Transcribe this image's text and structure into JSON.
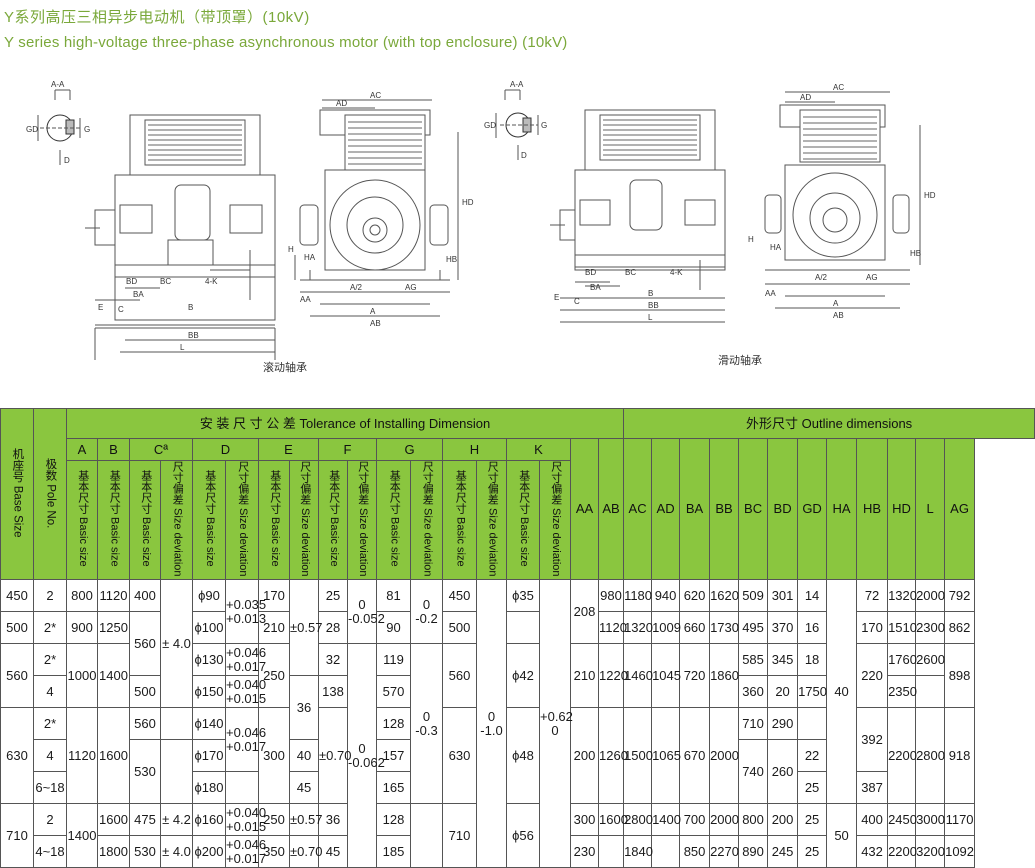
{
  "page": {
    "title_cn": "Y系列高压三相异步电动机（带顶罩）(10kV)",
    "title_en": "Y series high-voltage three-phase asynchronous motor (with top enclosure) (10kV)"
  },
  "drawings": {
    "caption_left": "滚动轴承",
    "caption_right": "滑动轴承",
    "section_label": "A-A",
    "dim_labels": [
      "GD",
      "G",
      "D",
      "AD",
      "AC",
      "HD",
      "H",
      "HA",
      "HB",
      "AA",
      "A/2",
      "A",
      "AG",
      "AB",
      "BD",
      "BC",
      "BA",
      "4-K",
      "C",
      "B",
      "BB",
      "L",
      "E",
      "A"
    ]
  },
  "table": {
    "header": {
      "base_size": "机座号 Base Size",
      "pole": "极数 Pole No.",
      "tolerance": "安 装 尺 寸 公 差  Tolerance of Installing Dimension",
      "outline": "外形尺寸  Outline dimensions",
      "groups": [
        "A",
        "B",
        "Cª",
        "D",
        "E",
        "F",
        "G",
        "H",
        "K"
      ],
      "basic": "基本尺寸 Basic size",
      "deviation": "尺寸偏差 Size deviation",
      "outline_cols": [
        "AA",
        "AB",
        "AC",
        "AD",
        "BA",
        "BB",
        "BC",
        "BD",
        "GD",
        "HA",
        "HB",
        "HD",
        "L",
        "AG"
      ]
    },
    "cells": {
      "r1": {
        "base": "450",
        "pole": "2",
        "A": "800",
        "B": "1120",
        "C": "400",
        "D": "ϕ90",
        "Ddev": "+0.035\n+0.013",
        "E": "170",
        "F": "25",
        "Fdev": "0\n-0.052",
        "G": "81",
        "Gdev": "0\n-0.2",
        "H": "450",
        "K": "ϕ35",
        "AA": "208",
        "AB": "980",
        "AC": "1180",
        "AD": "940",
        "BA": "620",
        "BB": "1620",
        "BC": "509",
        "BD": "301",
        "GD": "14",
        "HB": "72",
        "HD": "1320",
        "L": "2000",
        "AG": "792"
      },
      "r2": {
        "base": "500",
        "pole": "2*",
        "A": "900",
        "B": "1250",
        "C": "560",
        "D": "ϕ100",
        "E": "210",
        "Edev": "±0.57",
        "F": "28",
        "G": "90",
        "H": "500",
        "AB": "1120",
        "AC": "1320",
        "AD": "1009",
        "BA": "660",
        "BB": "1730",
        "BC": "495",
        "BD": "370",
        "GD": "16",
        "HB": "170",
        "HD": "1510",
        "L": "2300",
        "AG": "862"
      },
      "r3": {
        "base": "560",
        "pole": "2*",
        "A": "1000",
        "B": "1400",
        "D": "ϕ130",
        "Ddev": "+0.046\n+0.017",
        "F": "32",
        "G": "119",
        "H": "560",
        "K": "ϕ42",
        "AA": "210",
        "AB": "1220",
        "AC": "1460",
        "AD": "1045",
        "BA": "720",
        "BB": "1860",
        "BC": "585",
        "BD": "345",
        "GD": "18",
        "HA": "40",
        "HB": "220",
        "HD": "1760",
        "L": "2600",
        "AG": "898"
      },
      "r4": {
        "pole": "4",
        "C": "500",
        "Cdev": "± 4.0",
        "D": "ϕ150",
        "Ddev": "+0.040\n+0.015",
        "E": "250",
        "G": "138",
        "BC": "570",
        "BD": "360",
        "GD": "20",
        "HD": "1750",
        "L": "2350"
      },
      "r5": {
        "pole": "2*",
        "C": "560",
        "D": "ϕ140",
        "F": "36",
        "G": "128",
        "Hdev": "0\n-1.0",
        "Kdev": "+0.62\n0",
        "BC": "710",
        "BD": "290"
      },
      "r6": {
        "base": "630",
        "pole": "4",
        "A": "1120",
        "B": "1600",
        "C": "530",
        "D": "ϕ170",
        "Ddev": "+0.046\n+0.017",
        "E": "300",
        "Edev": "±0.70",
        "F": "40",
        "Fdev": "0\n-0.062",
        "G": "157",
        "Gdev": "0\n-0.3",
        "H": "630",
        "K": "ϕ48",
        "AA": "200",
        "AB": "1260",
        "AC": "1500",
        "AD": "1065",
        "BA": "670",
        "BB": "2000",
        "BC": "740",
        "BD": "260",
        "GD": "22",
        "HB": "392",
        "HD": "2200",
        "L": "2800",
        "AG": "918"
      },
      "r7": {
        "pole": "6~18",
        "D": "ϕ180",
        "F": "45",
        "G": "165",
        "GD": "25",
        "HB": "387"
      },
      "r8": {
        "base": "710",
        "pole": "2",
        "A": "1400",
        "B": "1600",
        "C": "475",
        "Cdev": "± 4.2",
        "D": "ϕ160",
        "Ddev": "+0.040\n+0.015",
        "E": "250",
        "Edev": "±0.57",
        "F": "36",
        "G": "128",
        "H": "710",
        "K": "ϕ56",
        "AA": "300",
        "AB": "1600",
        "AC": "2800",
        "AD": "1400",
        "BA": "700",
        "BB": "2000",
        "BC": "800",
        "BD": "200",
        "GD": "25",
        "HA": "50",
        "HB": "400",
        "HD": "2450",
        "L": "3000",
        "AG": "1170"
      },
      "r9": {
        "pole": "4~18",
        "B": "1800",
        "C": "530",
        "Cdev": "± 4.0",
        "D": "ϕ200",
        "Ddev": "+0.046\n+0.017",
        "E": "350",
        "Edev": "±0.70",
        "F": "45",
        "G": "185",
        "AA": "230",
        "AC": "1840",
        "BA": "850",
        "BB": "2270",
        "BC": "890",
        "BD": "245",
        "GD": "25",
        "HB": "432",
        "HD": "2200",
        "L": "3200",
        "AG": "1092"
      }
    }
  }
}
